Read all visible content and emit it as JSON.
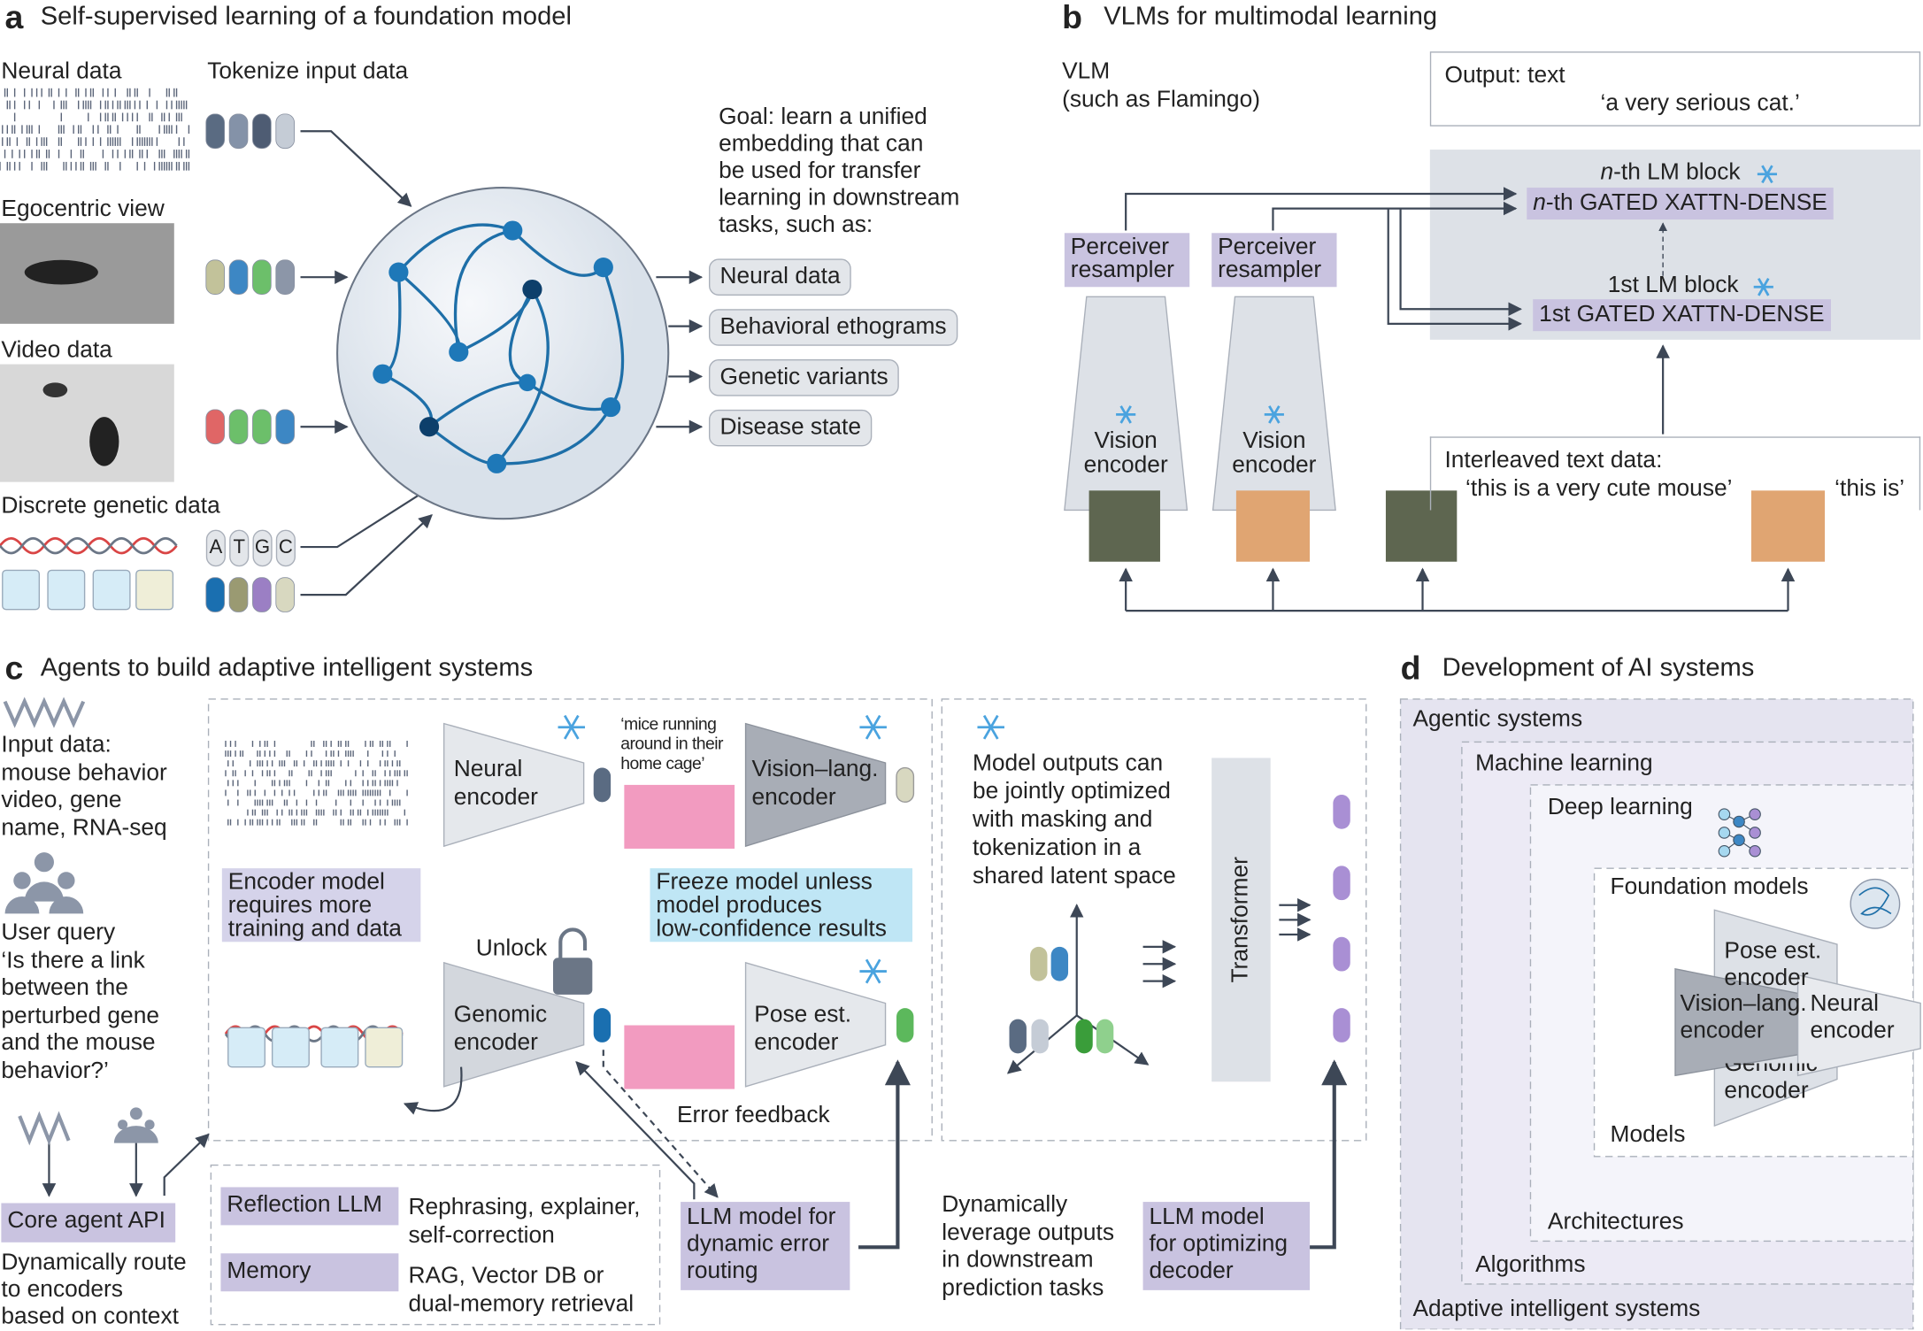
{
  "panel_a": {
    "letter": "a",
    "title": "Self-supervised learning of a foundation model",
    "inputs": [
      "Neural data",
      "Egocentric view",
      "Video data",
      "Discrete genetic data"
    ],
    "tokenize_label": "Tokenize input data",
    "bases": [
      "A",
      "T",
      "G",
      "C"
    ],
    "token_colors": [
      [
        "#5a6b82",
        "#8492a8",
        "#4e5c73",
        "#c5ccd6"
      ],
      [
        "#c2c29a",
        "#3d87c4",
        "#6cbf6a",
        "#8c96a8"
      ],
      [
        "#e06666",
        "#6cbf6a",
        "#6cbf6a",
        "#3d87c4"
      ],
      [
        "#1a6fb0",
        "#9a9a72",
        "#9b7fc4",
        "#d8d8c0"
      ]
    ],
    "goal_lines": [
      "Goal: learn a unified",
      "embedding that can",
      "be used for transfer",
      "learning in downstream",
      "tasks, such as:"
    ],
    "tasks": [
      "Neural data",
      "Behavioral ethograms",
      "Genetic variants",
      "Disease state"
    ]
  },
  "panel_b": {
    "letter": "b",
    "title": "VLMs for multimodal learning",
    "vlm_label": [
      "VLM",
      "(such as Flamingo)"
    ],
    "output_label": "Output: text",
    "output_text": "‘a very serious cat.’",
    "nth_block": "-th LM block",
    "nth_prefix": "n",
    "nth_xattn": "-th GATED XATTN-DENSE",
    "first_block": "1st LM block",
    "first_xattn": "1st GATED XATTN-DENSE",
    "perceiver": [
      "Perceiver",
      "resampler"
    ],
    "vision_encoder": [
      "Vision",
      "encoder"
    ],
    "interleaved_label": "Interleaved text data:",
    "interleaved_text_1": "‘this is a very cute mouse’",
    "interleaved_text_2": "‘this is’"
  },
  "panel_c": {
    "letter": "c",
    "title": "Agents to build adaptive intelligent systems",
    "input_text": [
      "Input data:",
      "mouse behavior",
      "video, gene",
      "name, RNA-seq"
    ],
    "user_query": [
      "User query",
      "‘Is there a link",
      "between the",
      "perturbed gene",
      "and the mouse",
      "behavior?’"
    ],
    "core_agent": "Core agent API",
    "route_text": [
      "Dynamically route",
      "to encoders",
      "based on context"
    ],
    "neural_encoder": [
      "Neural",
      "encoder"
    ],
    "caption": [
      "‘mice running",
      "around in their",
      "home cage’"
    ],
    "vl_encoder": [
      "Vision–lang.",
      "encoder"
    ],
    "encoder_note": [
      "Encoder model",
      "requires more",
      "training and data"
    ],
    "freeze_note": [
      "Freeze model unless",
      "model produces",
      "low-confidence results"
    ],
    "unlock": "Unlock",
    "genomic_encoder": [
      "Genomic",
      "encoder"
    ],
    "pose_encoder": [
      "Pose est.",
      "encoder"
    ],
    "error_feedback": "Error feedback",
    "reflection": "Reflection LLM",
    "reflection_desc": [
      "Rephrasing, explainer,",
      "self-correction"
    ],
    "memory": "Memory",
    "memory_desc": [
      "RAG, Vector DB or",
      "dual-memory retrieval"
    ],
    "llm_routing": [
      "LLM model for",
      "dynamic error",
      "routing"
    ],
    "joint_text": [
      "Model outputs can",
      "be jointly optimized",
      "with masking and",
      "tokenization in a",
      "shared latent space"
    ],
    "transformer": "Transformer",
    "leverage_text": [
      "Dynamically",
      "leverage outputs",
      "in downstream",
      "prediction tasks"
    ],
    "llm_decoder": [
      "LLM model",
      "for optimizing",
      "decoder"
    ],
    "colors": {
      "purple": "#c9c3e0",
      "cyan": "#bfe6f5",
      "pink": "#f29bc0"
    }
  },
  "panel_d": {
    "letter": "d",
    "title": "Development of AI systems",
    "levels": [
      "Agentic systems",
      "Machine learning",
      "Deep learning",
      "Foundation models"
    ],
    "bottoms": [
      "Adaptive intelligent systems",
      "Algorithms",
      "Architectures",
      "Models"
    ],
    "encoders": {
      "pose": [
        "Pose est.",
        "encoder"
      ],
      "vl": [
        "Vision–lang.",
        "encoder"
      ],
      "neural": [
        "Neural",
        "encoder"
      ],
      "genomic": [
        "Genomic",
        "encoder"
      ]
    }
  }
}
